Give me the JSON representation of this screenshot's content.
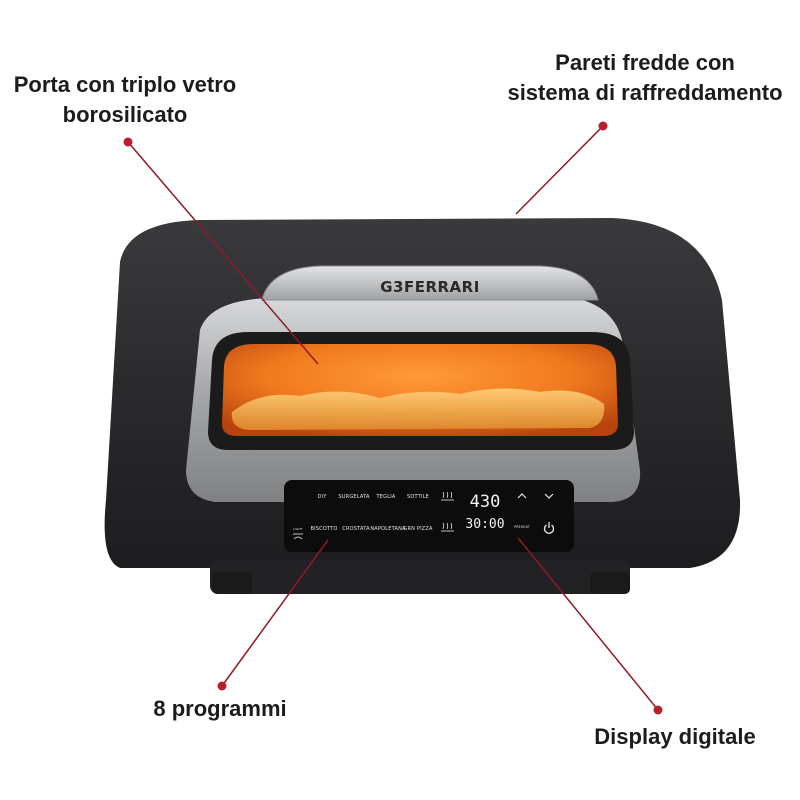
{
  "callouts": {
    "door": {
      "line1": "Porta con triplo vetro",
      "line2": "borosilicato"
    },
    "walls": {
      "line1": "Pareti fredde con",
      "line2": "sistema di raffreddamento"
    },
    "programs": {
      "text": "8 programmi"
    },
    "display": {
      "text": "Display digitale"
    }
  },
  "oven": {
    "brand": "G3FERRARI",
    "programs_row1": [
      "DIY",
      "SURGELATA",
      "TEGLIA",
      "SOTTILE"
    ],
    "programs_row2": [
      "BISCOTTO",
      "CROSTATA",
      "NAPOLETANA",
      "GRN PIZZA"
    ],
    "temperature": "430",
    "timer": "30:00",
    "preheat_label": "PREHEAT",
    "light_label": "LIGHT"
  },
  "colors": {
    "callout_dot": "#b7202f",
    "callout_line": "#8f1a27",
    "body": "#2b2b2d",
    "steel": "#a9abad",
    "glow": "#f07a1e",
    "panel": "#0c0c0c"
  }
}
